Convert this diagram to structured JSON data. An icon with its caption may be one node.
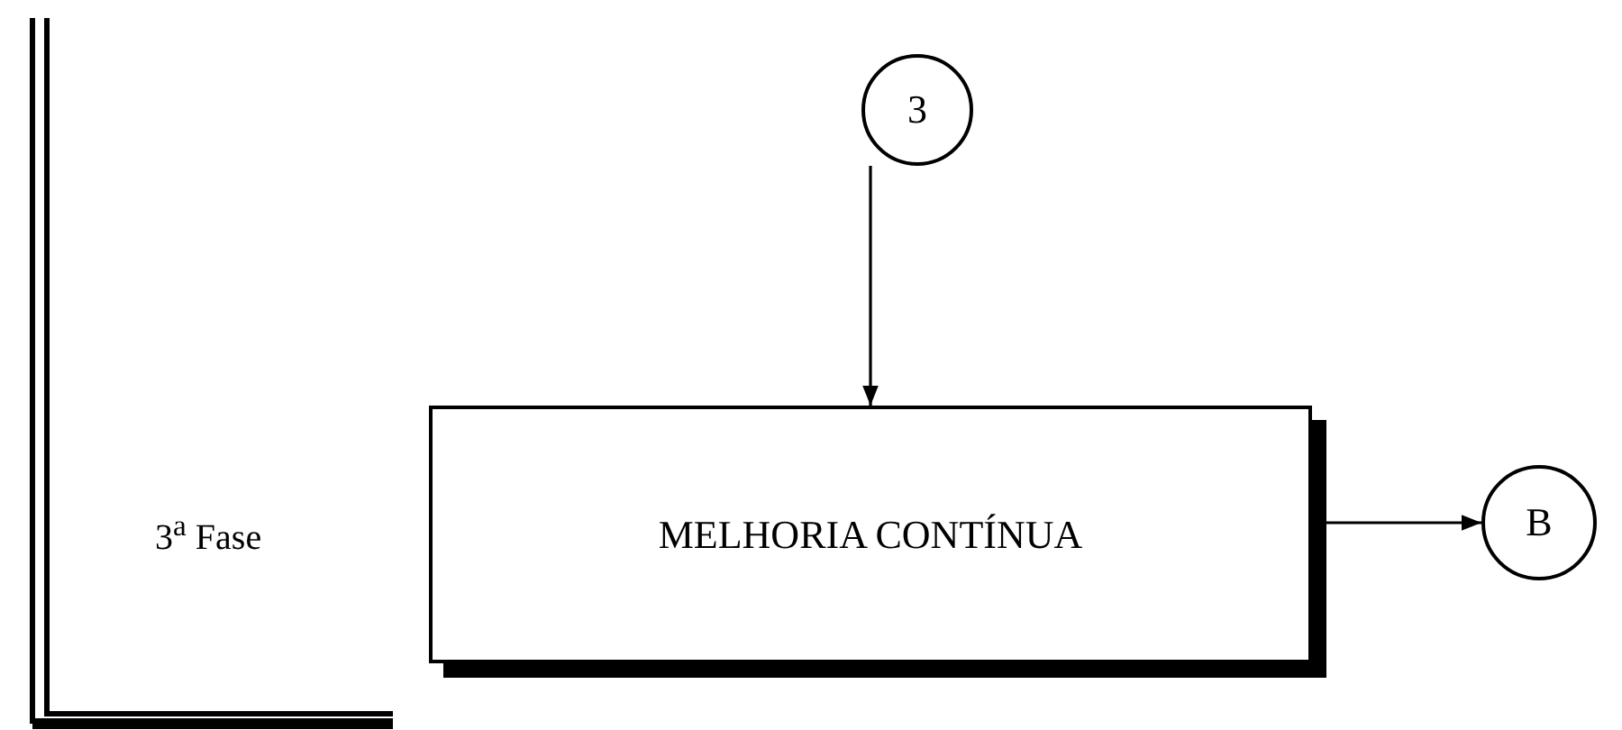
{
  "diagram": {
    "nodes": [
      {
        "text": [
          "3"
        ]
      },
      {
        "text": [
          "MELHORIA CONTÍNUA"
        ]
      },
      {
        "text": [
          "B"
        ]
      }
    ],
    "edges": [
      {
        "from": 0,
        "to": 1,
        "arrow": "to"
      },
      {
        "from": 1,
        "to": 2,
        "arrow": "to"
      }
    ],
    "labels": [
      "3$^{a}$ Fase"
    ]
  }
}
